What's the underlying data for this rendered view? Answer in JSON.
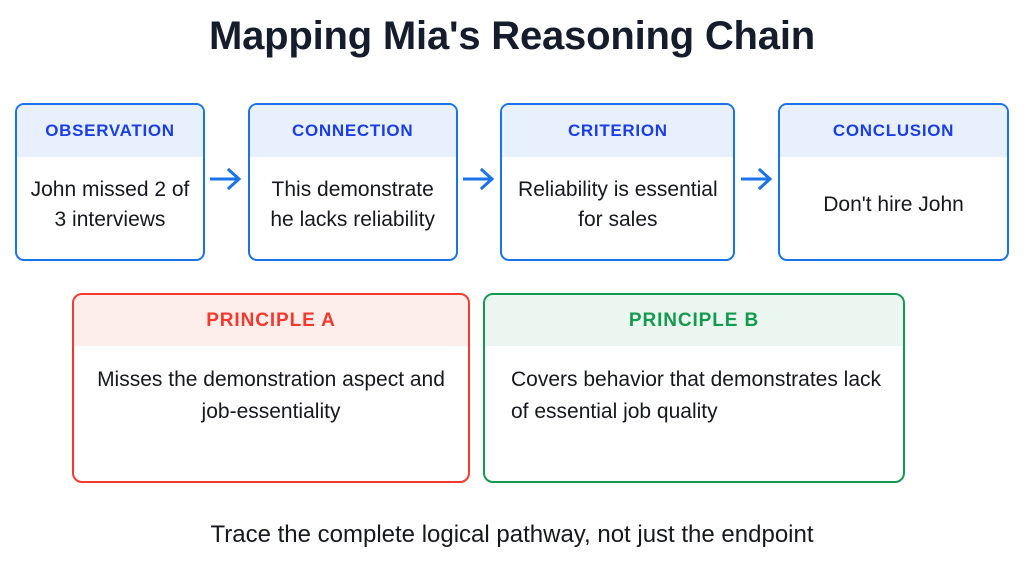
{
  "title": "Mapping Mia's Reasoning Chain",
  "chain": {
    "arrow_icon": "arrow-right-icon",
    "accent_color": "#1a73e8",
    "header_bg": "#e8f0fe",
    "steps": [
      {
        "label": "OBSERVATION",
        "text": "John missed 2 of 3 interviews"
      },
      {
        "label": "CONNECTION",
        "text": "This demonstrate he lacks reliability"
      },
      {
        "label": "CRITERION",
        "text": "Reliability is essential for sales"
      },
      {
        "label": "CONCLUSION",
        "text": "Don't hire John"
      }
    ]
  },
  "principles": [
    {
      "label": "PRINCIPLE A",
      "text": "Misses the demonstration aspect and job-essentiality",
      "color": "#f5392c",
      "header_bg": "#fdeeec"
    },
    {
      "label": "PRINCIPLE B",
      "text": "Covers behavior that demonstrates lack of essential job quality",
      "color": "#149a4e",
      "header_bg": "#eaf6ef"
    }
  ],
  "footer": "Trace the complete logical pathway, not just the endpoint"
}
